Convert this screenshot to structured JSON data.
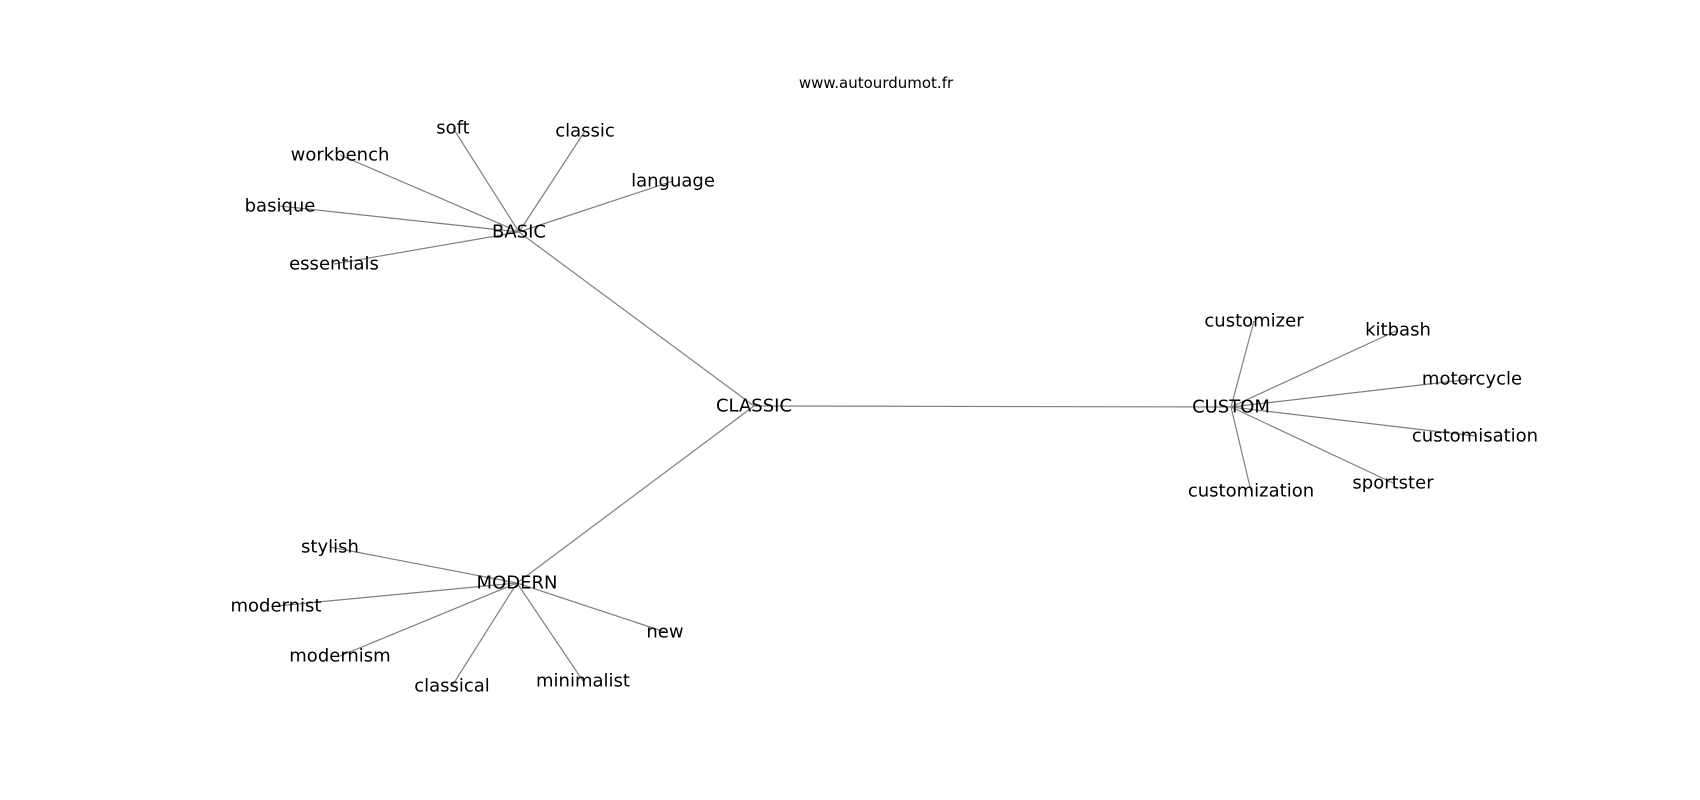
{
  "source": "www.autourdumot.fr",
  "colors": {
    "edge": "#808080",
    "text": "#000000",
    "background": "#ffffff"
  },
  "nodes": [
    {
      "id": "classic_center",
      "label": "CLASSIC"
    },
    {
      "id": "basic",
      "label": "BASIC"
    },
    {
      "id": "modern",
      "label": "MODERN"
    },
    {
      "id": "custom",
      "label": "CUSTOM"
    },
    {
      "id": "soft",
      "label": "soft"
    },
    {
      "id": "classic",
      "label": "classic"
    },
    {
      "id": "workbench",
      "label": "workbench"
    },
    {
      "id": "language",
      "label": "language"
    },
    {
      "id": "basique",
      "label": "basique"
    },
    {
      "id": "essentials",
      "label": "essentials"
    },
    {
      "id": "stylish",
      "label": "stylish"
    },
    {
      "id": "modernist",
      "label": "modernist"
    },
    {
      "id": "modernism",
      "label": "modernism"
    },
    {
      "id": "classical",
      "label": "classical"
    },
    {
      "id": "minimalist",
      "label": "minimalist"
    },
    {
      "id": "new",
      "label": "new"
    },
    {
      "id": "customizer",
      "label": "customizer"
    },
    {
      "id": "kitbash",
      "label": "kitbash"
    },
    {
      "id": "motorcycle",
      "label": "motorcycle"
    },
    {
      "id": "customisation",
      "label": "customisation"
    },
    {
      "id": "sportster",
      "label": "sportster"
    },
    {
      "id": "customization",
      "label": "customization"
    }
  ],
  "edges": [
    [
      "classic_center",
      "basic"
    ],
    [
      "classic_center",
      "modern"
    ],
    [
      "classic_center",
      "custom"
    ],
    [
      "basic",
      "soft"
    ],
    [
      "basic",
      "classic"
    ],
    [
      "basic",
      "workbench"
    ],
    [
      "basic",
      "language"
    ],
    [
      "basic",
      "basique"
    ],
    [
      "basic",
      "essentials"
    ],
    [
      "modern",
      "stylish"
    ],
    [
      "modern",
      "modernist"
    ],
    [
      "modern",
      "modernism"
    ],
    [
      "modern",
      "classical"
    ],
    [
      "modern",
      "minimalist"
    ],
    [
      "modern",
      "new"
    ],
    [
      "custom",
      "customizer"
    ],
    [
      "custom",
      "kitbash"
    ],
    [
      "custom",
      "motorcycle"
    ],
    [
      "custom",
      "customisation"
    ],
    [
      "custom",
      "sportster"
    ],
    [
      "custom",
      "customization"
    ]
  ]
}
